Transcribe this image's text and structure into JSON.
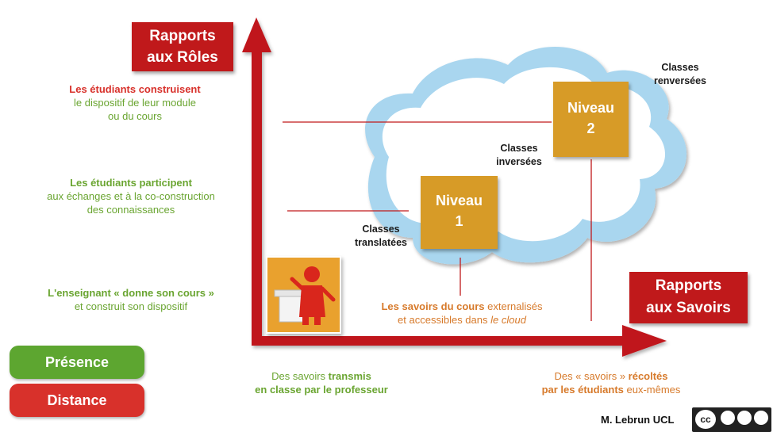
{
  "y_axis_box": {
    "line1": "Rapports",
    "line2": "aux Rôles"
  },
  "x_axis_box": {
    "line1": "Rapports",
    "line2": "aux Savoirs"
  },
  "levels": {
    "top": {
      "line1": "Les étudiants construisent",
      "line2": "le dispositif de leur module",
      "line3": "ou du cours"
    },
    "middle": {
      "line1": "Les étudiants participent",
      "line2": "aux échanges et à la co-construction",
      "line3": "des connaissances"
    },
    "bottom": {
      "line1": "L'enseignant « donne son cours »",
      "line2": "et construit son dispositif"
    }
  },
  "niveau1": {
    "word": "Niveau",
    "number": "1"
  },
  "niveau2": {
    "word": "Niveau",
    "number": "2"
  },
  "class_labels": {
    "translatees": {
      "line1": "Classes",
      "line2": "translatées"
    },
    "inversees": {
      "line1": "Classes",
      "line2": "inversées"
    },
    "renversees": {
      "line1": "Classes",
      "line2": "renversées"
    }
  },
  "cloud_caption": {
    "bold": "Les savoirs du cours",
    "rest": " externalisés",
    "line2": "et accessibles dans ",
    "italic": "le cloud"
  },
  "x_left_caption": {
    "pre": "Des savoirs ",
    "bold": "transmis",
    "line2": "en classe par le professeur"
  },
  "x_right_caption": {
    "pre": "Des « savoirs » ",
    "bold": "récoltés",
    "bold2": "par les étudiants",
    "post": " eux-mêmes"
  },
  "legend": {
    "presence": "Présence",
    "distance": "Distance"
  },
  "credit": "M. Lebrun UCL",
  "license": {
    "cc": "cc"
  },
  "colors": {
    "red": "#c0191b",
    "gold": "#d79b27",
    "green": "#5da630",
    "cloud": "#a9d6ef"
  }
}
